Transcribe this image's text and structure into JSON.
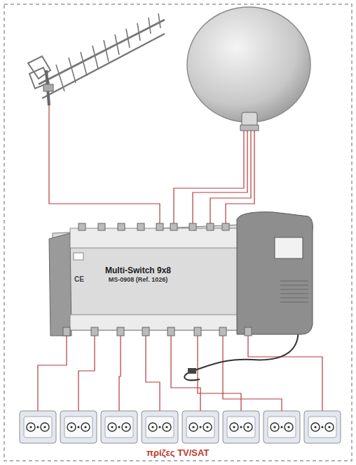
{
  "diagram": {
    "nodes": [
      {
        "text": [
          "Multi-Switch 9x8",
          "MS-0908 (Ref. 1026)"
        ]
      }
    ],
    "labels": [
      "CE",
      "πρίζες TV/SAT"
    ]
  }
}
